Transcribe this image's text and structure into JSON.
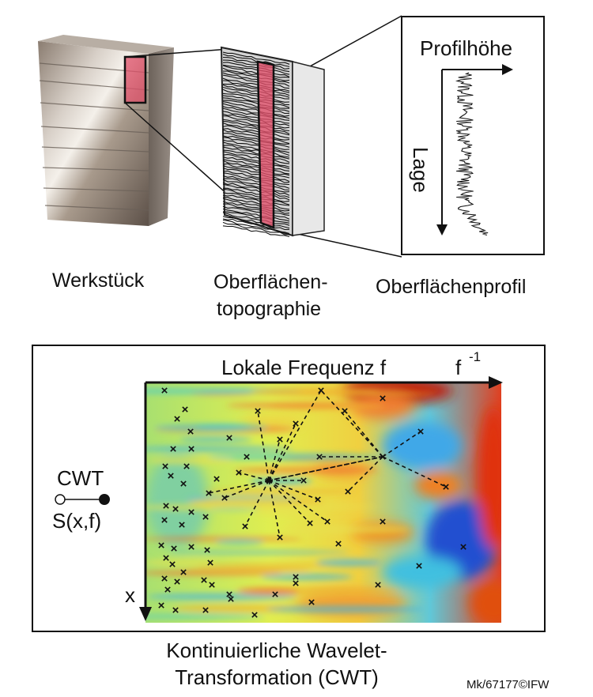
{
  "top": {
    "workpiece_label": "Werkstück",
    "topography_label_line1": "Oberflächen-",
    "topography_label_line2": "topographie",
    "profile_label": "Oberflächenprofil",
    "profile_axis_x": "Profilhöhe",
    "profile_axis_y": "Lage"
  },
  "cwt_panel": {
    "axis_freq_label": "Lokale Frequenz f",
    "axis_freq_unit": "f",
    "axis_freq_exp": "-1",
    "axis_pos_label": "x",
    "legend_top": "CWT",
    "legend_bottom": "S(x,f)"
  },
  "bottom": {
    "caption_line1": "Kontinuierliche Wavelet-",
    "caption_line2": "Transformation (CWT)",
    "credit": "Mk/67177©IFW"
  },
  "colors": {
    "highlight": "#e0506a",
    "heatmap_low": "#1a50d0",
    "heatmap_mid": "#a0e060",
    "heatmap_high": "#d01818"
  }
}
